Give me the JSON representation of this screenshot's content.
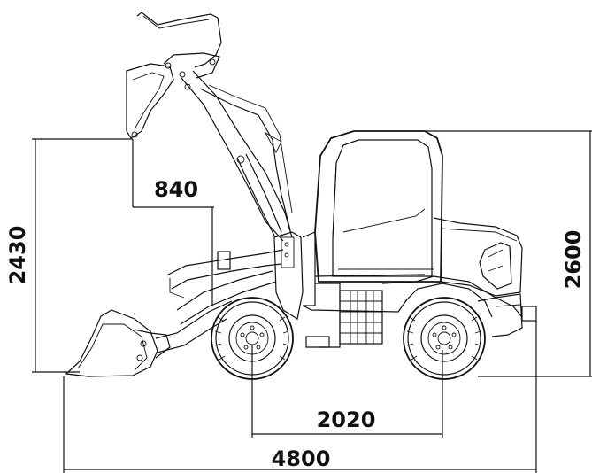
{
  "dimensions": {
    "bucket_height": "2430",
    "reach": "840",
    "cab_height": "2600",
    "wheelbase": "2020",
    "overall_length": "4800"
  }
}
